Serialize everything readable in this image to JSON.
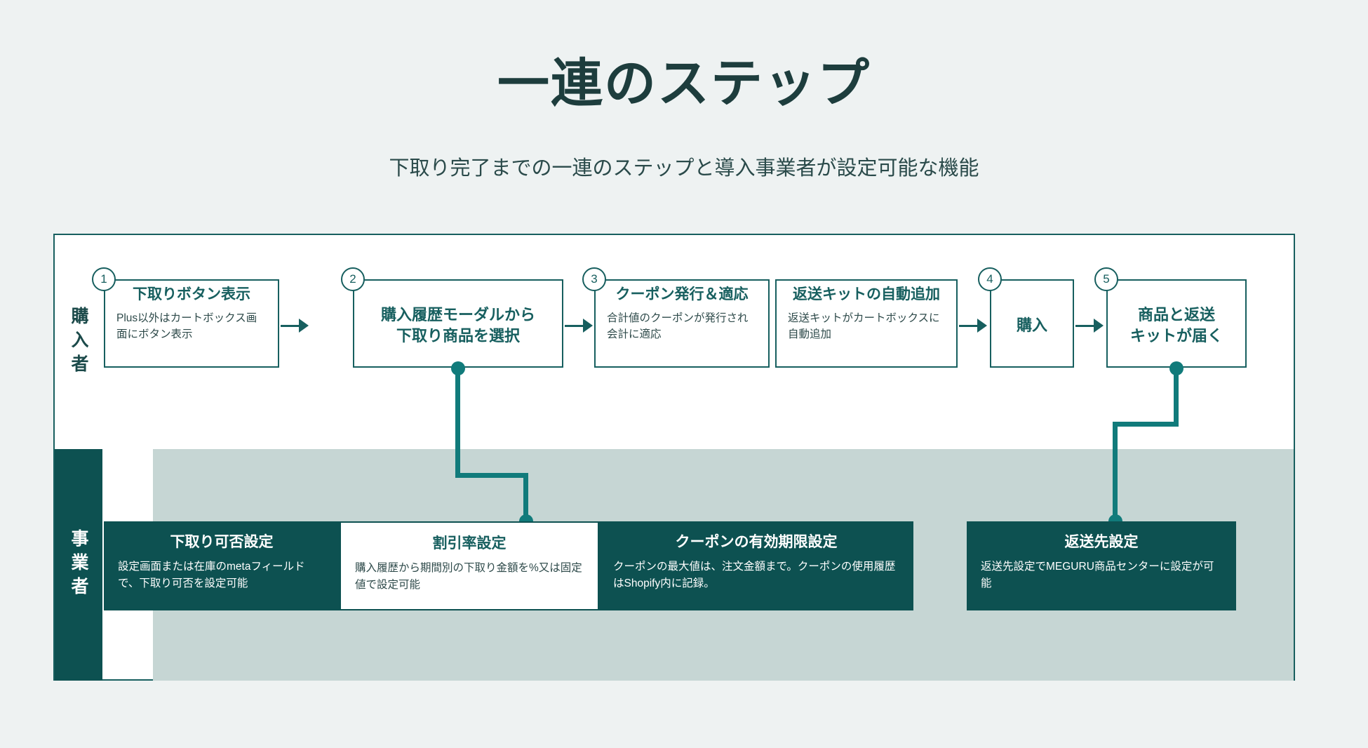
{
  "header": {
    "title": "一連のステップ",
    "subtitle": "下取り完了までの一連のステップと導入事業者が設定可能な機能"
  },
  "lanes": {
    "buyer_label": "購入者",
    "merchant_label": "事業者"
  },
  "steps": [
    {
      "number": "1",
      "title": "下取りボタン表示",
      "desc": "Plus以外はカートボックス画面にボタン表示"
    },
    {
      "number": "2",
      "title": "購入履歴モーダルから\n下取り商品を選択",
      "desc": ""
    },
    {
      "number": "3",
      "title": "クーポン発行＆適応",
      "desc": "合計値のクーポンが発行され会計に適応"
    },
    {
      "number": "",
      "title": "返送キットの自動追加",
      "desc": "返送キットがカートボックスに自動追加"
    },
    {
      "number": "4",
      "title": "購入",
      "desc": ""
    },
    {
      "number": "5",
      "title": "商品と返送\nキットが届く",
      "desc": ""
    }
  ],
  "features": [
    {
      "title": "下取り可否設定",
      "desc": "設定画面または在庫のmetaフィールドで、下取り可否を設定可能",
      "style": "filled"
    },
    {
      "title": "割引率設定",
      "desc": "購入履歴から期間別の下取り金額を%又は固定値で設定可能",
      "style": "highlight"
    },
    {
      "title": "クーポンの有効期限設定",
      "desc": "クーポンの最大値は、注文金額まで。クーポンの使用履歴はShopify内に記録。",
      "style": "filled"
    },
    {
      "title": "返送先設定",
      "desc": "返送先設定でMEGURU商品センターに設定が可能",
      "style": "filled"
    }
  ],
  "colors": {
    "page_bg": "#eef2f2",
    "dark_teal": "#0d5151",
    "line_teal": "#175f5f",
    "accent_teal": "#117b7b",
    "band_bg": "#c6d6d4",
    "title_color": "#1d3d3d"
  }
}
